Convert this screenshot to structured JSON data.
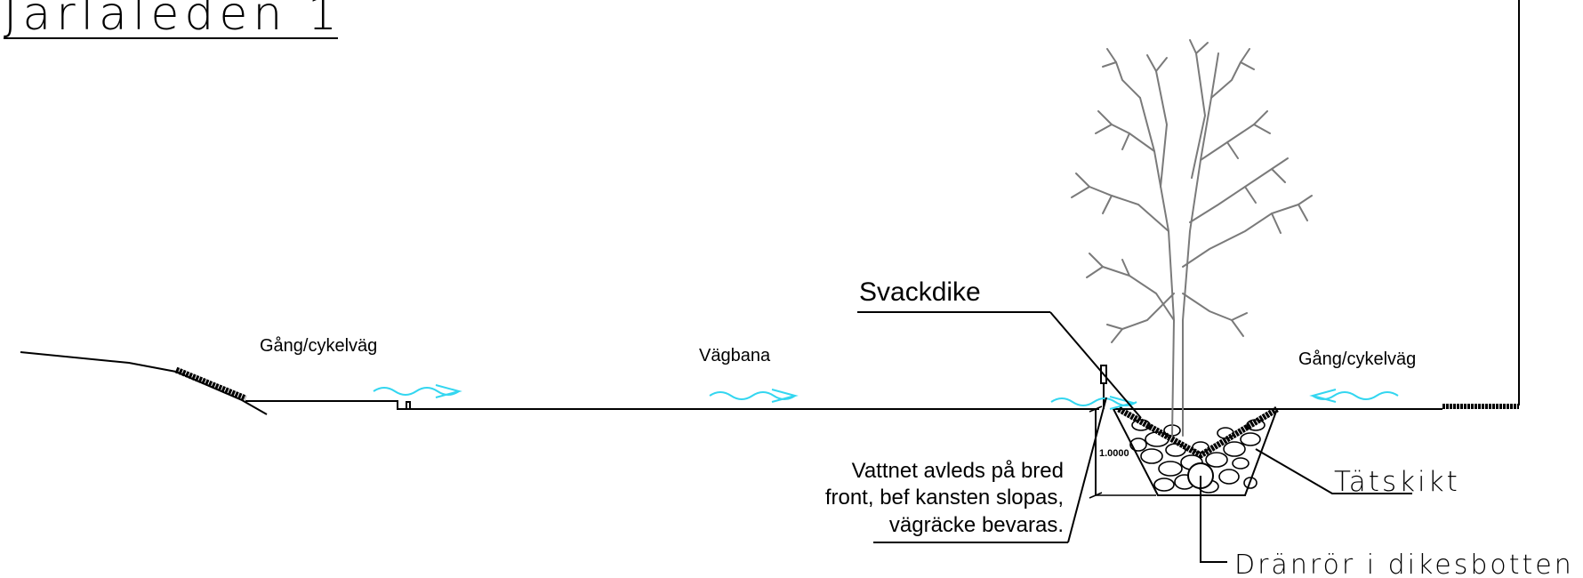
{
  "title": "Jarlaleden 1",
  "labels": {
    "gang_left": "Gång/cykelväg",
    "vagbana": "Vägbana",
    "gang_right": "Gång/cykelväg",
    "svackdike": "Svackdike",
    "note_line1": "Vattnet avleds på bred",
    "note_line2": "front, bef kansten slopas,",
    "note_line3": "vägräcke bevaras.",
    "tatskikt": "Tätskikt",
    "dranror": "Dränrör i dikesbotten",
    "dimension": "1.0000"
  },
  "colors": {
    "line": "#000000",
    "tree": "#7a7a7a",
    "water_arrow": "#33d6f0"
  },
  "icons": {
    "flow": "water-flow-arrow-icon",
    "tree": "tree-icon",
    "stones": "stone-fill-icon"
  }
}
